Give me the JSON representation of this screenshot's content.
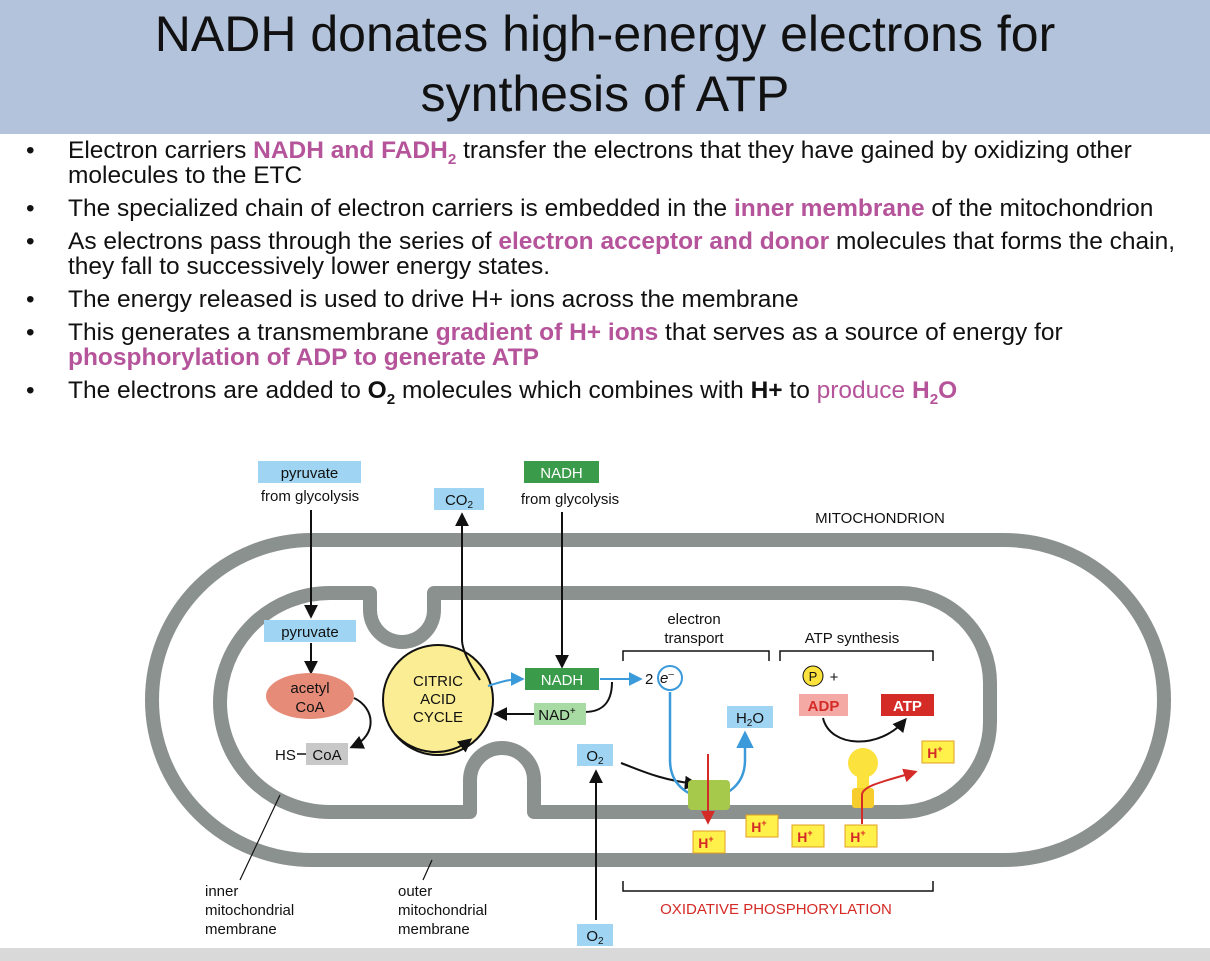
{
  "title": {
    "line1": "NADH donates high-energy electrons for",
    "line2": "synthesis of ATP"
  },
  "bullets": [
    {
      "segments": [
        {
          "t": "Electron carriers ",
          "s": "n"
        },
        {
          "t": "NADH and FADH",
          "s": "hl"
        },
        {
          "t": "2",
          "s": "hl-sub"
        },
        {
          "t": " transfer the electrons that they have gained by oxidizing other molecules to the ETC",
          "s": "n"
        }
      ]
    },
    {
      "segments": [
        {
          "t": "The specialized chain of electron carriers is embedded in the ",
          "s": "n"
        },
        {
          "t": "inner membrane",
          "s": "hl"
        },
        {
          "t": " of the mitochondrion",
          "s": "n"
        }
      ]
    },
    {
      "segments": [
        {
          "t": "As electrons pass through the series of ",
          "s": "n"
        },
        {
          "t": "electron acceptor and donor",
          "s": "hl"
        },
        {
          "t": " molecules that forms the chain, they fall to successively lower energy states.",
          "s": "n"
        }
      ]
    },
    {
      "segments": [
        {
          "t": "The energy released is used to drive H+ ions across the membrane",
          "s": "n"
        }
      ]
    },
    {
      "segments": [
        {
          "t": "This generates a transmembrane ",
          "s": "n"
        },
        {
          "t": "gradient of H+ ions",
          "s": "hl"
        },
        {
          "t": " that serves as a source of energy for ",
          "s": "n"
        },
        {
          "t": "phosphorylation of ADP to generate ATP",
          "s": "hl"
        }
      ]
    },
    {
      "segments": [
        {
          "t": "The electrons are added to ",
          "s": "n"
        },
        {
          "t": "O",
          "s": "b"
        },
        {
          "t": "2",
          "s": "b-sub"
        },
        {
          "t": " molecules which combines with ",
          "s": "n"
        },
        {
          "t": "H+",
          "s": "b"
        },
        {
          "t": " to ",
          "s": "n"
        },
        {
          "t": "produce ",
          "s": "hl-plain"
        },
        {
          "t": "H",
          "s": "hl"
        },
        {
          "t": "2",
          "s": "hl-sub"
        },
        {
          "t": "O",
          "s": "hl"
        }
      ]
    }
  ],
  "diagram": {
    "pyruvate_top": "pyruvate",
    "from_glycolysis_1": "from glycolysis",
    "co2": "CO",
    "co2_sub": "2",
    "nadh_top": "NADH",
    "from_glycolysis_2": "from glycolysis",
    "mitochondrion": "MITOCHONDRION",
    "pyruvate_inner": "pyruvate",
    "acetyl_coa_1": "acetyl",
    "acetyl_coa_2": "CoA",
    "hs_coa_hs": "HS",
    "hs_coa_coa": "CoA",
    "citric_1": "CITRIC",
    "citric_2": "ACID",
    "citric_3": "CYCLE",
    "nadh_inner": "NADH",
    "nad_plus": "NAD",
    "nad_plus_sup": "+",
    "electron_transport_1": "electron",
    "electron_transport_2": "transport",
    "two_e": "2",
    "e_symbol": "e",
    "e_sup": "–",
    "h2o": "H",
    "h2o_sub": "2",
    "h2o_o": "O",
    "o2_inner": "O",
    "o2_inner_sub": "2",
    "atp_synthesis": "ATP synthesis",
    "p_symbol": "P",
    "plus": "+",
    "adp": "ADP",
    "atp": "ATP",
    "h_plus_labels": [
      "H",
      "H",
      "H",
      "H",
      "H"
    ],
    "h_plus_sup": "+",
    "inner_membrane": [
      "inner",
      "mitochondrial",
      "membrane"
    ],
    "outer_membrane": [
      "outer",
      "mitochondrial",
      "membrane"
    ],
    "oxidative_phosphorylation": "OXIDATIVE PHOSPHORYLATION",
    "o2_bottom": "O",
    "o2_bottom_sub": "2"
  },
  "colors": {
    "title_banner": "#b4c3dc",
    "highlight": "#b5549a",
    "membrane": "#8b918e",
    "light_blue_box": "#9fd4f2",
    "green_box": "#3a9b4a",
    "light_green_box": "#a8dba4",
    "salmon": "#e58b78",
    "citric_yellow": "#fbed93",
    "red_box": "#d42b27",
    "pink_box": "#f4a9a5",
    "h_plus_yellow": "#fff04a",
    "red_text": "#d42b27"
  }
}
